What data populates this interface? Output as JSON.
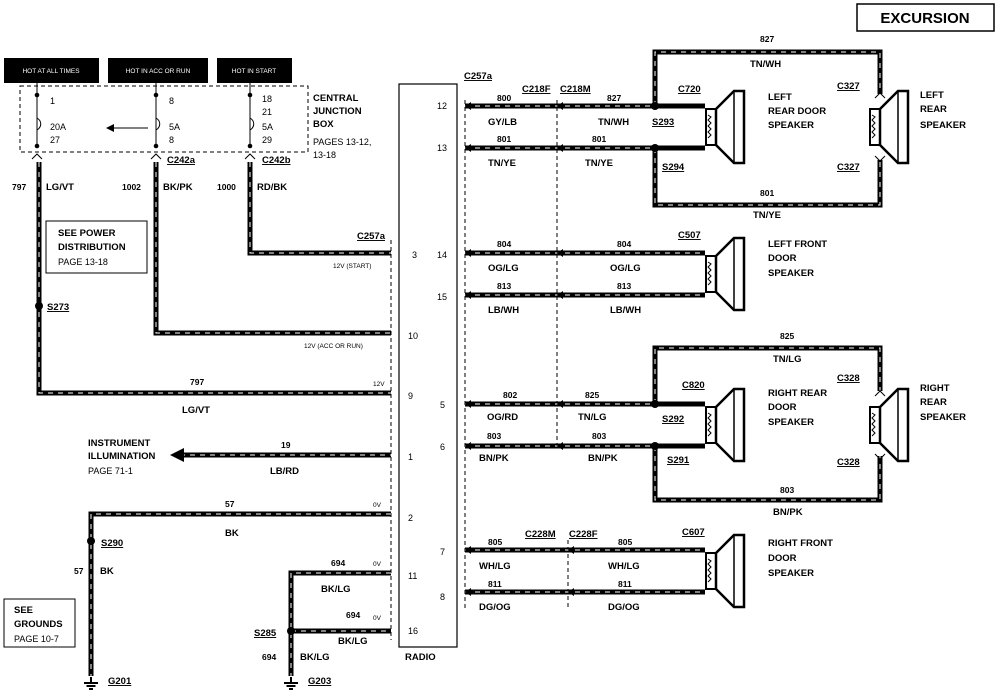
{
  "title": "EXCURSION",
  "headers": {
    "hot_always": "HOT AT ALL TIMES",
    "hot_acc": "HOT IN ACC OR RUN",
    "hot_start": "HOT IN START"
  },
  "junction_box": {
    "line1": "CENTRAL",
    "line2": "JUNCTION",
    "line3": "BOX",
    "line4": "PAGES 13-12,",
    "line5": "13-18",
    "fuses": {
      "f1_top": "1",
      "f1_amp": "20A",
      "f1_bot": "27",
      "f2_top": "8",
      "f2_amp": "5A",
      "f2_bot": "8",
      "f3_top": "18",
      "f3_a": "21",
      "f3_amp": "5A",
      "f3_bot": "29"
    },
    "c242a": "C242a",
    "c242b": "C242b"
  },
  "power_dist": {
    "l1": "SEE POWER",
    "l2": "DISTRIBUTION",
    "l3": "PAGE 13-18"
  },
  "grounds": {
    "l1": "SEE",
    "l2": "GROUNDS",
    "l3": "PAGE 10-7"
  },
  "instrument": {
    "l1": "INSTRUMENT",
    "l2": "ILLUMINATION",
    "l3": "PAGE 71-1"
  },
  "radio": {
    "label": "RADIO",
    "left_pins": {
      "p3": "3",
      "p10": "10",
      "p9": "9",
      "p1": "1",
      "p2": "2",
      "p11": "11",
      "p16": "16"
    },
    "right_pins": {
      "p12": "12",
      "p13": "13",
      "p14": "14",
      "p15": "15",
      "p5": "5",
      "p6": "6",
      "p7": "7",
      "p8": "8"
    },
    "notes": {
      "start": "12V (START)",
      "acc": "12V (ACC OR RUN)",
      "v12": "12V",
      "ov1": "0V",
      "ov2": "0V",
      "ov3": "0V"
    }
  },
  "wires_left": {
    "w797": "797",
    "w797c": "LG/VT",
    "w1002": "1002",
    "w1002c": "BK/PK",
    "w1000": "1000",
    "w1000c": "RD/BK",
    "c257a": "C257a",
    "s273": "S273",
    "w797b": "797",
    "w797bc": "LG/VT",
    "w19": "19",
    "w19c": "LB/RD",
    "w57": "57",
    "w57c": "BK",
    "s290": "S290",
    "w57b": "57",
    "w57bc": "BK",
    "g201": "G201",
    "w694a": "694",
    "w694ac": "BK/LG",
    "w694b": "694",
    "w694bc": "BK/LG",
    "s285": "S285",
    "w694c": "694",
    "w694cc": "BK/LG",
    "g203": "G203"
  },
  "wires_right": {
    "c257a": "C257a",
    "c218f": "C218F",
    "c218m": "C218M",
    "w800": "800",
    "w800c": "GY/LB",
    "w827a": "827",
    "w827ac": "TN/WH",
    "w801a": "801",
    "w801ac": "TN/YE",
    "w801b": "801",
    "w801bc": "TN/YE",
    "s293": "S293",
    "s294": "S294",
    "c720": "C720",
    "w827top": "827",
    "w827topc": "TN/WH",
    "w801bot": "801",
    "w801botc": "TN/YE",
    "c327a": "C327",
    "c327b": "C327",
    "w804a": "804",
    "w804ac": "OG/LG",
    "w804b": "804",
    "w804bc": "OG/LG",
    "w813a": "813",
    "w813ac": "LB/WH",
    "w813b": "813",
    "w813bc": "LB/WH",
    "c507": "C507",
    "w825top": "825",
    "w825topc": "TN/LG",
    "w802": "802",
    "w802c": "OG/RD",
    "w825": "825",
    "w825c": "TN/LG",
    "w803a": "803",
    "w803ac": "BN/PK",
    "w803b": "803",
    "w803bc": "BN/PK",
    "s292": "S292",
    "s291": "S291",
    "c820": "C820",
    "c328a": "C328",
    "c328b": "C328",
    "w803bot": "803",
    "w803botc": "BN/PK",
    "c228m": "C228M",
    "c228f": "C228F",
    "w805a": "805",
    "w805ac": "WH/LG",
    "w805b": "805",
    "w805bc": "WH/LG",
    "w811a": "811",
    "w811ac": "DG/OG",
    "w811b": "811",
    "w811bc": "DG/OG",
    "c607": "C607"
  },
  "speakers": {
    "lrd": {
      "l1": "LEFT",
      "l2": "REAR DOOR",
      "l3": "SPEAKER"
    },
    "lr": {
      "l1": "LEFT",
      "l2": "REAR",
      "l3": "SPEAKER"
    },
    "lfd": {
      "l1": "LEFT FRONT",
      "l2": "DOOR",
      "l3": "SPEAKER"
    },
    "rrd": {
      "l1": "RIGHT REAR",
      "l2": "DOOR",
      "l3": "SPEAKER"
    },
    "rr": {
      "l1": "RIGHT",
      "l2": "REAR",
      "l3": "SPEAKER"
    },
    "rfd": {
      "l1": "RIGHT FRONT",
      "l2": "DOOR",
      "l3": "SPEAKER"
    }
  }
}
